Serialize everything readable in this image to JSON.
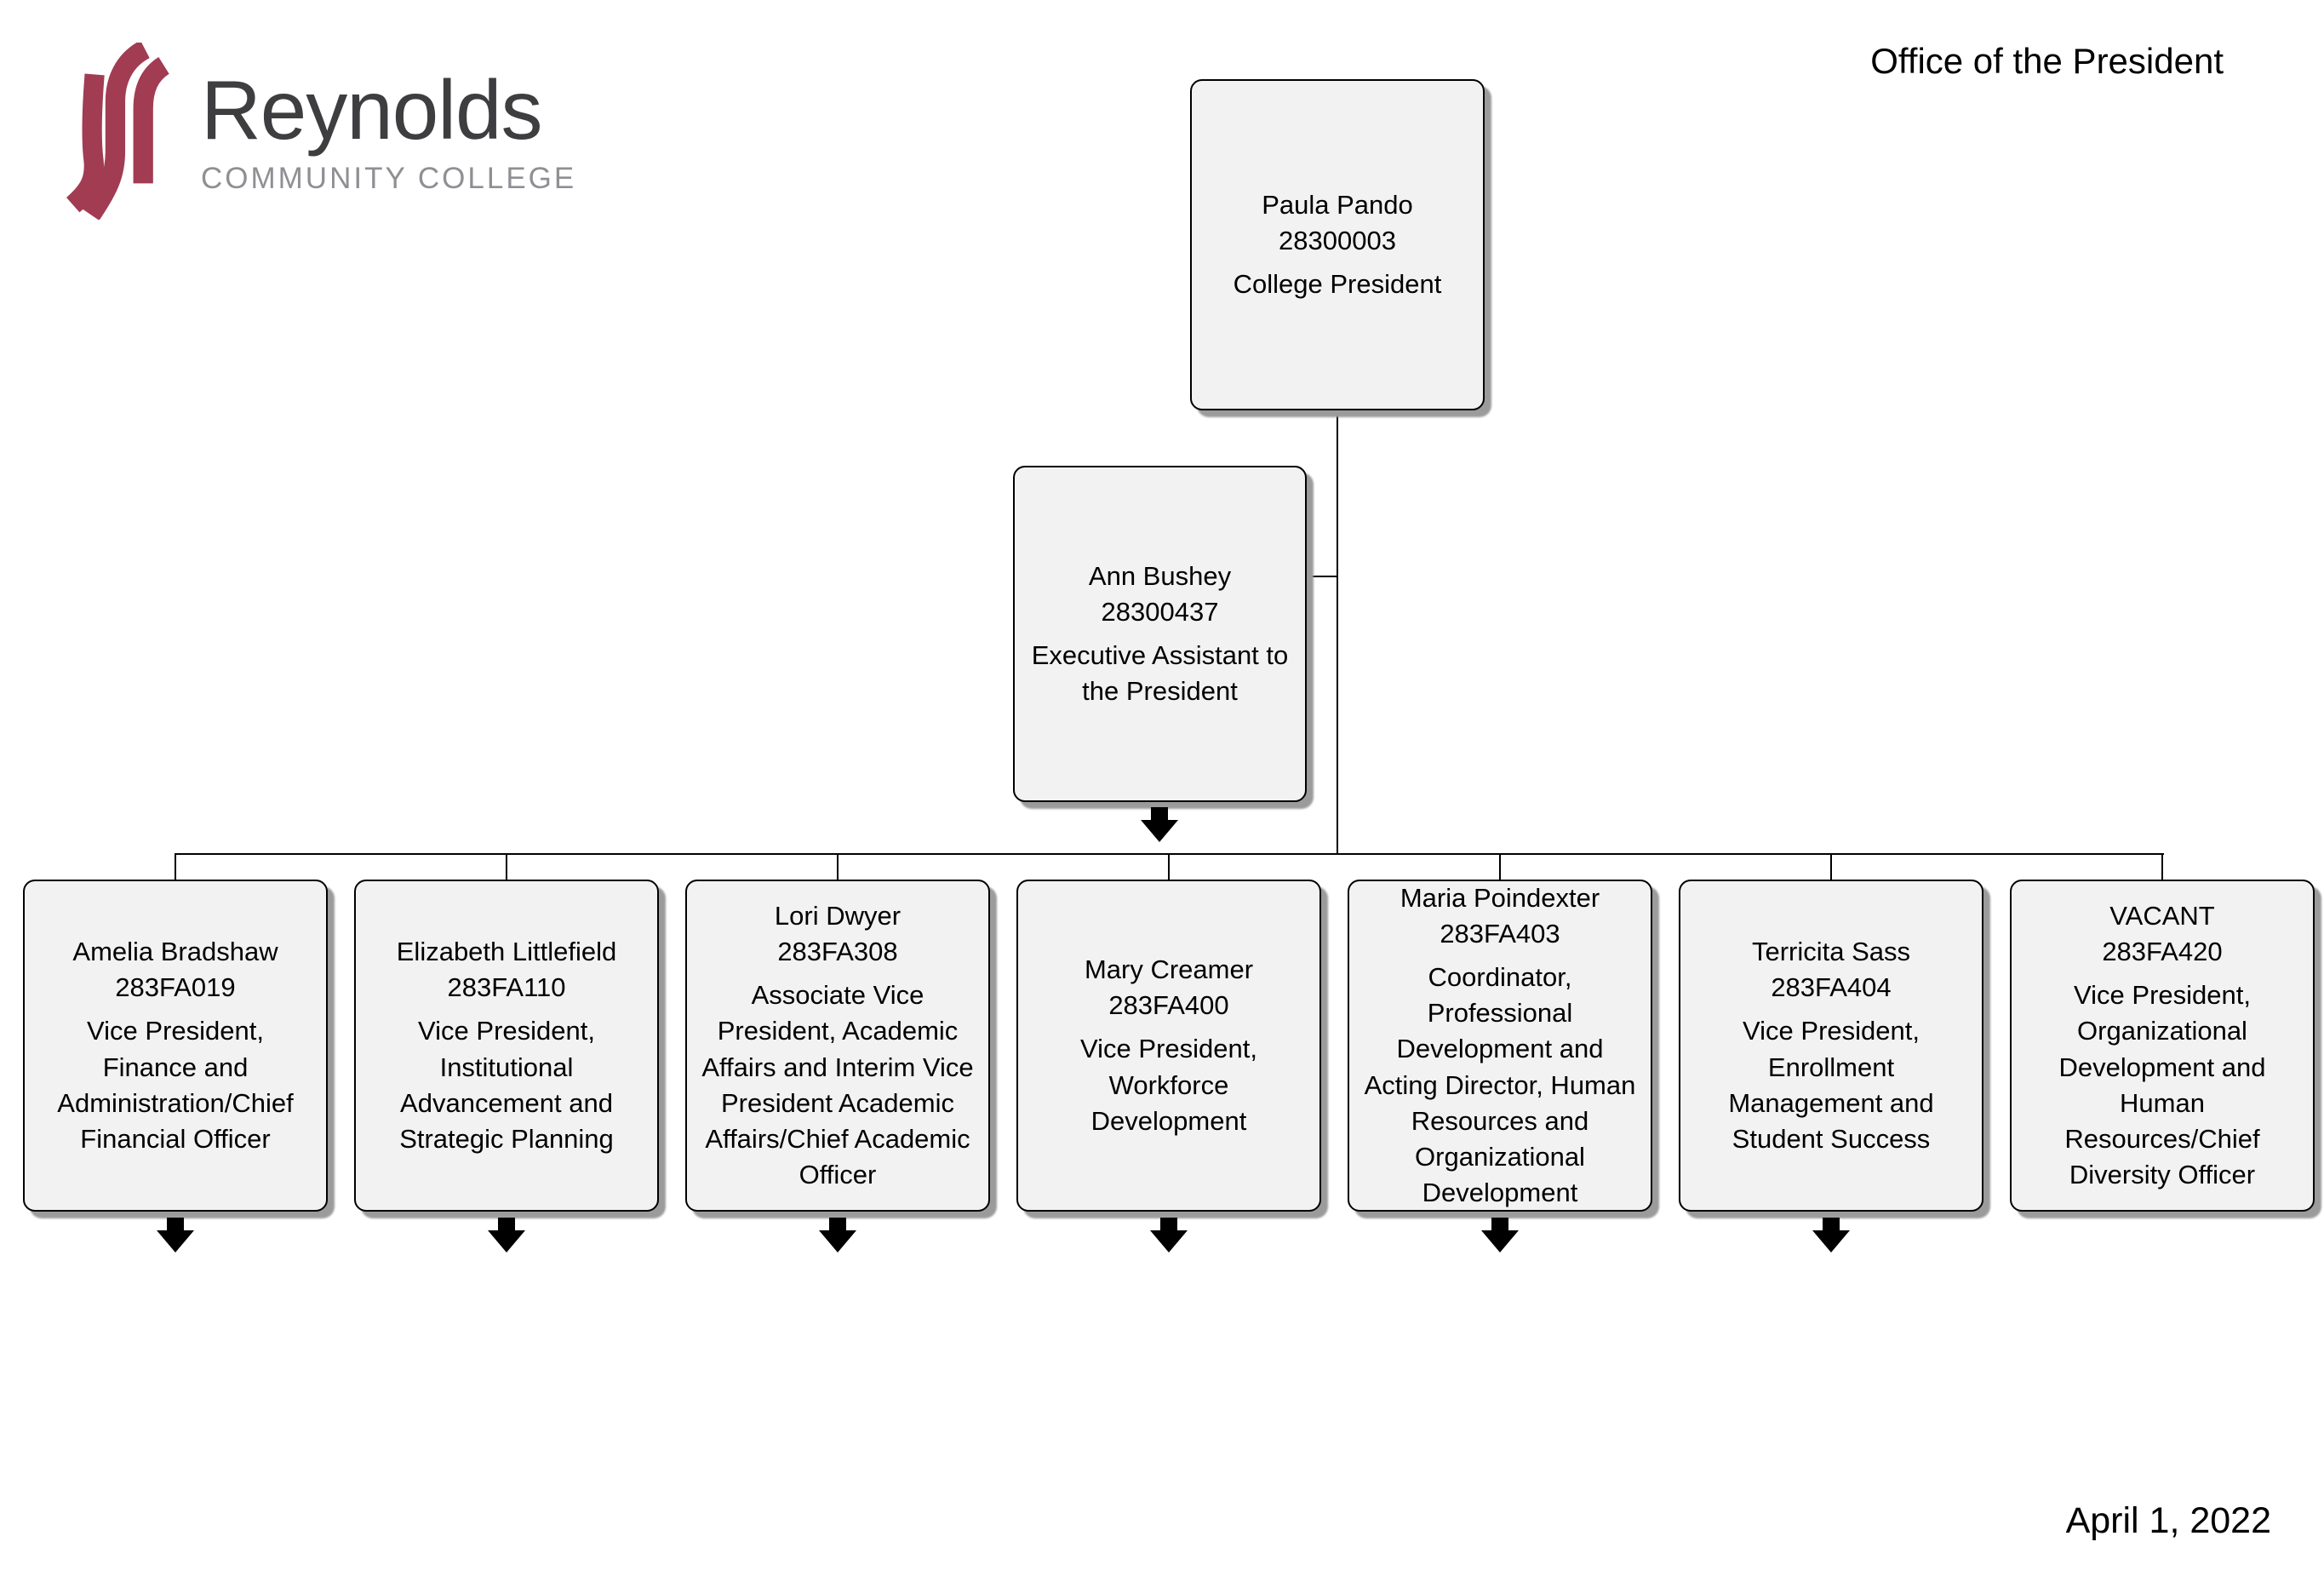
{
  "header": {
    "logo_brand": "Reynolds",
    "logo_sub": "COMMUNITY COLLEGE",
    "title": "Office of the President"
  },
  "footer": {
    "date": "April 1, 2022"
  },
  "colors": {
    "brand_red": "#A13C53",
    "box_fill": "#F2F2F2",
    "box_border": "#000000",
    "box_shadow": "#9B9B9B",
    "brand_text": "#3E3E41",
    "brand_sub_text": "#8F8F94"
  },
  "org_chart": {
    "root": {
      "name": "Paula Pando",
      "id": "28300003",
      "title": "College President"
    },
    "assistant": {
      "name": "Ann Bushey",
      "id": "28300437",
      "title": "Executive Assistant to the President"
    },
    "reports": [
      {
        "name": "Amelia Bradshaw",
        "id": "283FA019",
        "title": "Vice President, Finance and Administration/Chief Financial Officer"
      },
      {
        "name": "Elizabeth Littlefield",
        "id": "283FA110",
        "title": "Vice President, Institutional Advancement and Strategic Planning"
      },
      {
        "name": "Lori Dwyer",
        "id": "283FA308",
        "title": "Associate Vice President, Academic Affairs and Interim Vice President Academic Affairs/Chief Academic Officer"
      },
      {
        "name": "Mary Creamer",
        "id": "283FA400",
        "title": "Vice President, Workforce Development"
      },
      {
        "name": "Maria Poindexter",
        "id": "283FA403",
        "title": "Coordinator, Professional Development and Acting Director, Human Resources and Organizational Development"
      },
      {
        "name": "Terricita Sass",
        "id": "283FA404",
        "title": "Vice President, Enrollment Management and Student Success"
      },
      {
        "name": "VACANT",
        "id": "283FA420",
        "title": "Vice President, Organizational Development and Human Resources/Chief Diversity Officer"
      }
    ]
  }
}
